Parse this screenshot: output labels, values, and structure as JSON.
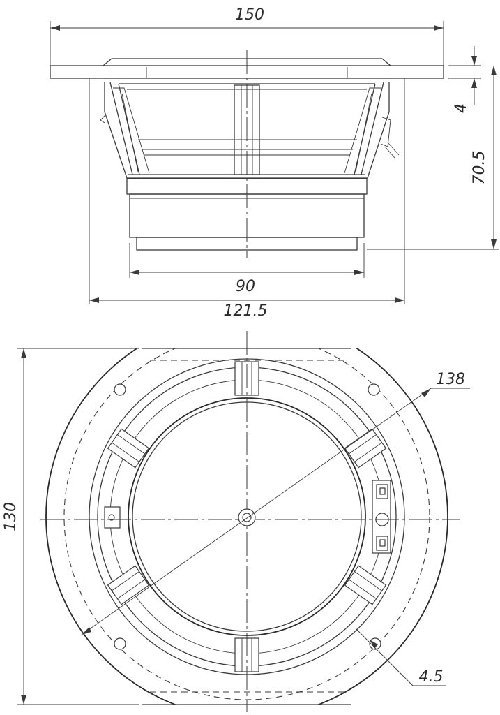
{
  "figure": "Loudspeaker driver dimensional drawing",
  "dimensions": {
    "overall_width": "150",
    "frame_depth": "121.5",
    "magnet_width": "90",
    "flange_thickness": "4",
    "overall_height": "70.5",
    "bolt_circle_diameter": "138",
    "frame_height_front": "130",
    "mounting_hole": "4.5"
  }
}
